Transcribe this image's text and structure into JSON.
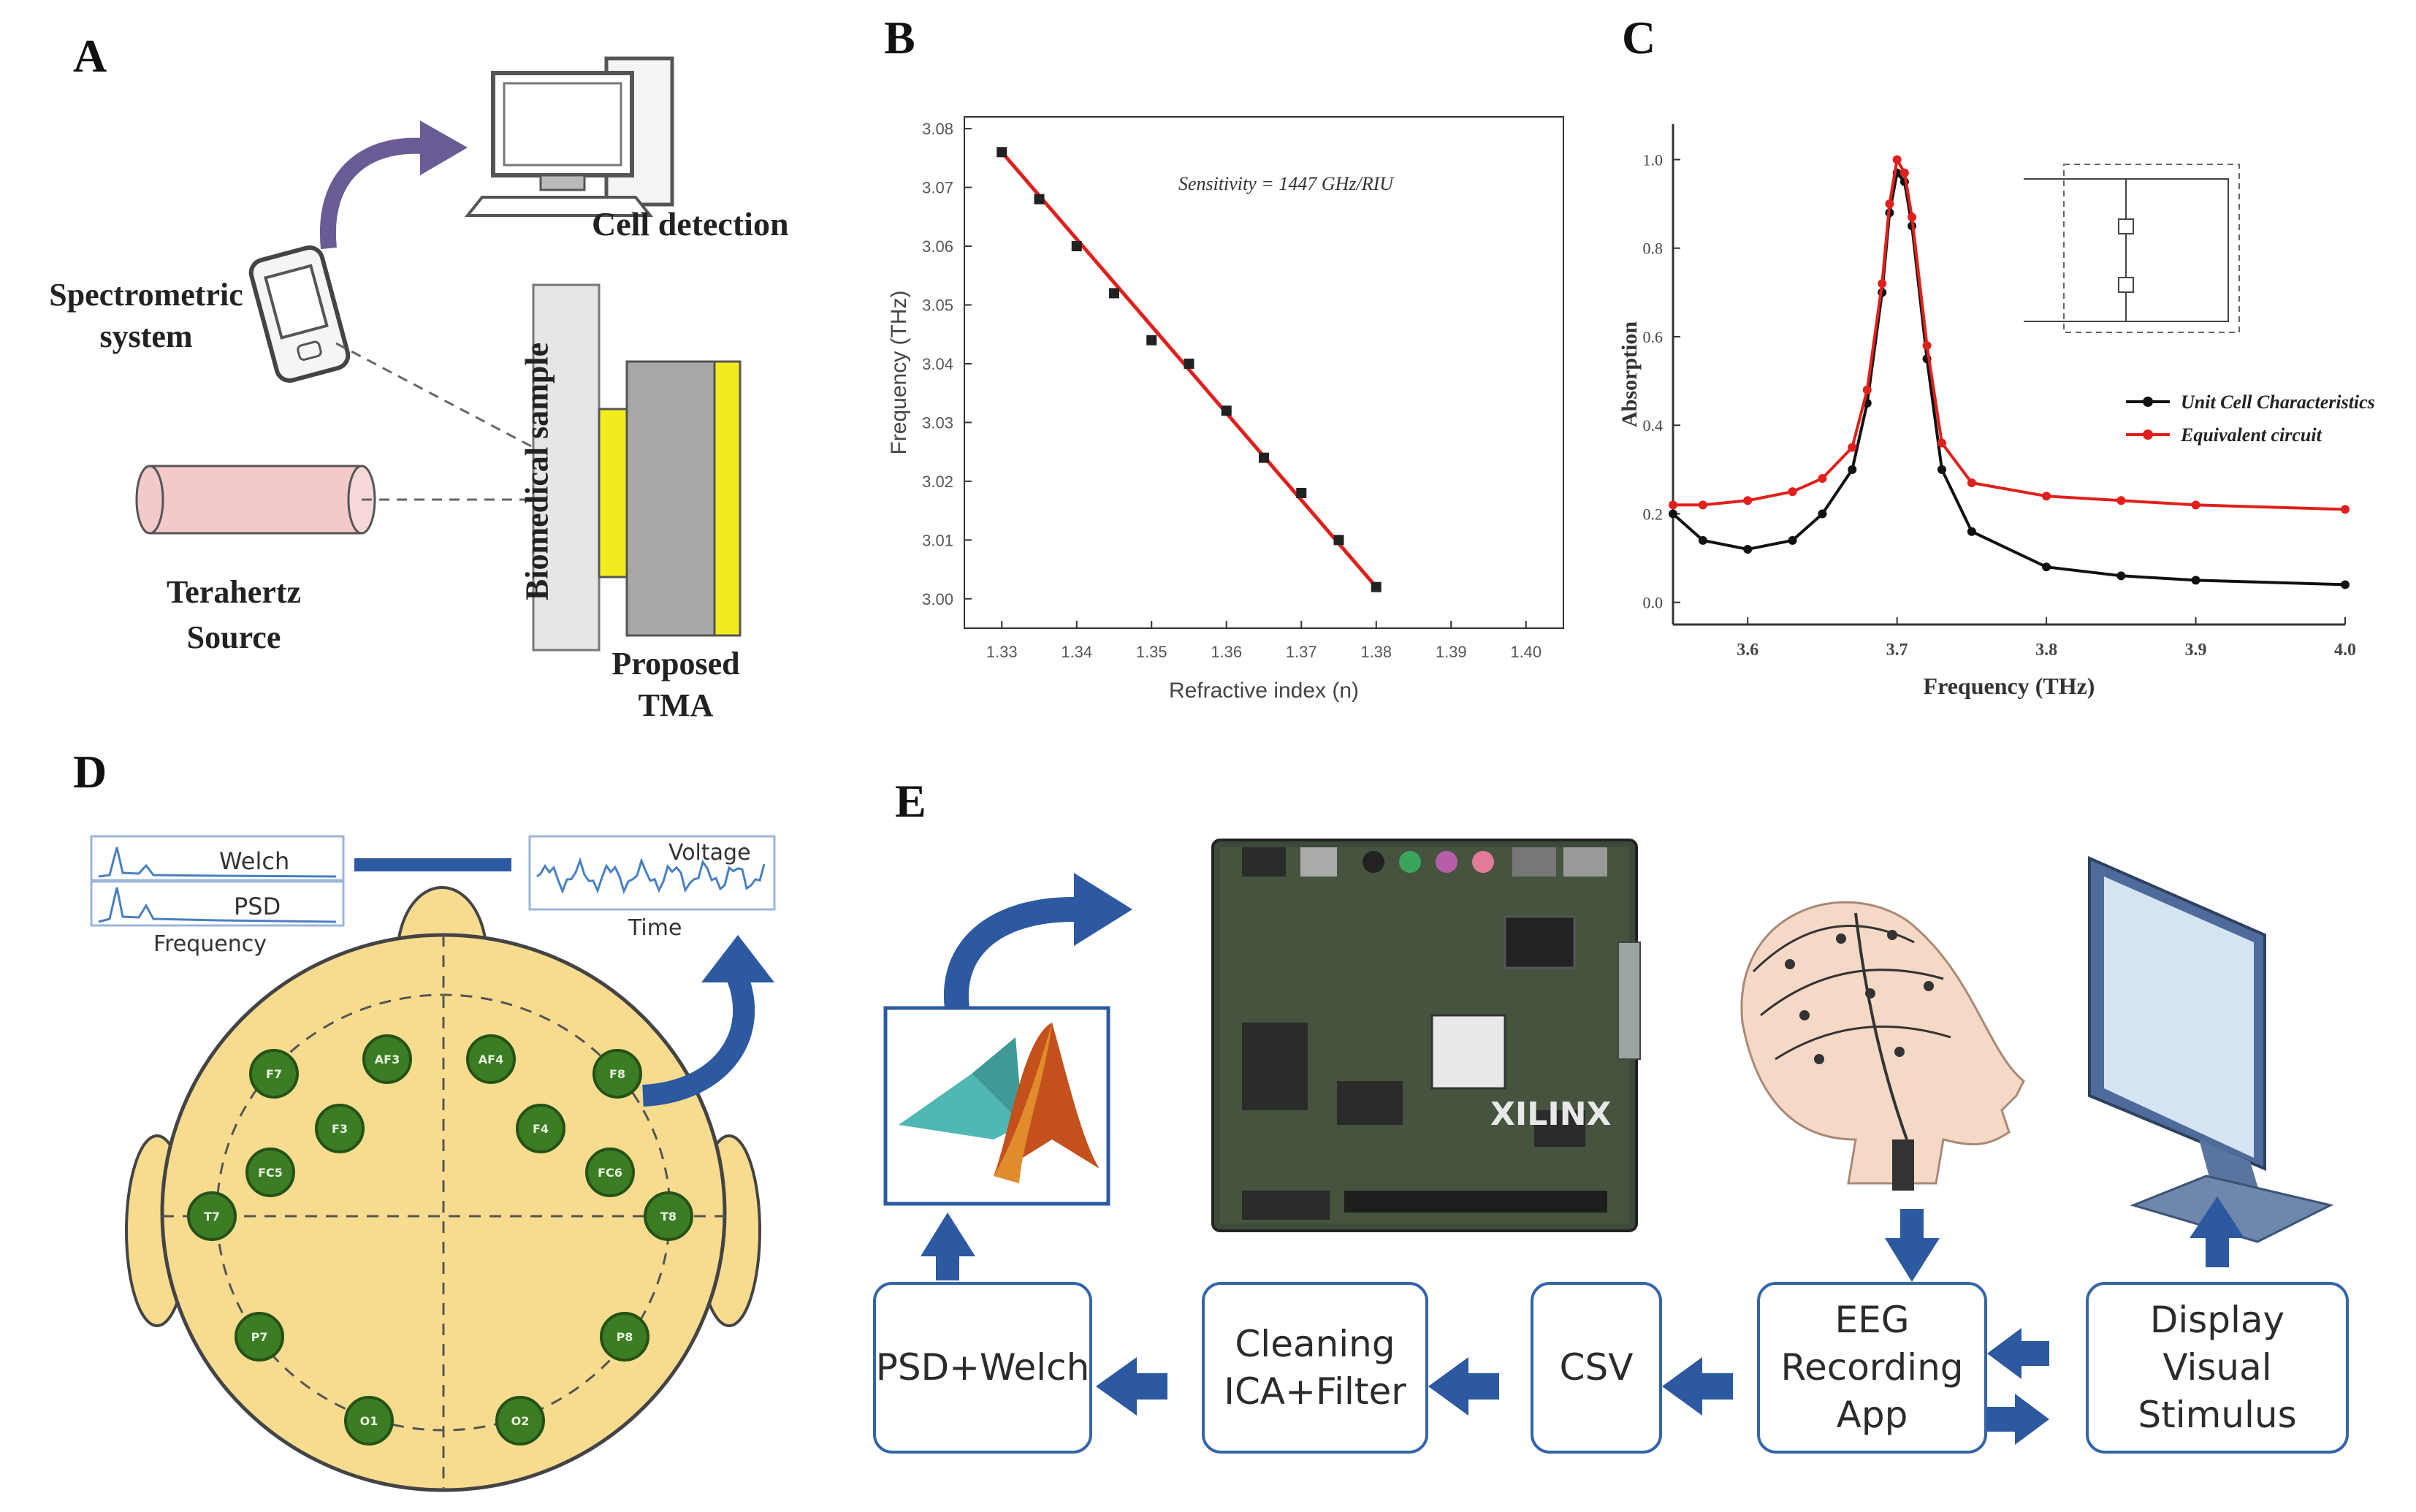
{
  "panel_labels": {
    "a": "A",
    "b": "B",
    "c": "C",
    "d": "D",
    "e": "E"
  },
  "panel_a": {
    "cell_detection": "Cell detection",
    "spectrometric": "Spectrometric system",
    "terahertz": "Terahertz Source",
    "biomedical": "Biomedical sample",
    "proposed": "Proposed TMA",
    "colors": {
      "arrow": "#6b5b95",
      "sample_yellow": "#f2ec1f",
      "sample_gray": "#a8a8a8",
      "source_pink": "#f4c9c9"
    }
  },
  "panel_b": {
    "annotation": "Sensitivity = 1447 GHz/RIU",
    "chart_data": {
      "type": "scatter",
      "xlabel": "Refractive index (n)",
      "ylabel": "Frequency (THz)",
      "x_ticks": [
        "1.33",
        "1.34",
        "1.35",
        "1.36",
        "1.37",
        "1.38",
        "1.39",
        "1.40"
      ],
      "y_ticks": [
        "3.00",
        "3.01",
        "3.02",
        "3.03",
        "3.04",
        "3.05",
        "3.06",
        "3.07",
        "3.08"
      ],
      "xlim": [
        1.325,
        1.405
      ],
      "ylim": [
        2.995,
        3.082
      ],
      "series": [
        {
          "values_x": [
            1.33,
            1.335,
            1.34,
            1.345,
            1.35,
            1.355,
            1.36,
            1.365,
            1.37,
            1.375,
            1.38
          ],
          "values_y": [
            3.076,
            3.068,
            3.06,
            3.052,
            3.044,
            3.04,
            3.032,
            3.024,
            3.018,
            3.01,
            3.002
          ]
        }
      ],
      "fit_line": {
        "x": [
          1.33,
          1.38
        ],
        "y": [
          3.076,
          3.002
        ],
        "color": "#e0201c"
      },
      "marker_color": "#222222"
    }
  },
  "panel_c": {
    "chart_data": {
      "type": "line",
      "xlabel": "Frequency (THz)",
      "ylabel": "Absorption",
      "x_ticks": [
        "3.6",
        "3.7",
        "3.8",
        "3.9",
        "4.0"
      ],
      "y_ticks": [
        "0.0",
        "0.2",
        "0.4",
        "0.6",
        "0.8",
        "1.0"
      ],
      "xlim": [
        3.55,
        4.0
      ],
      "ylim": [
        -0.05,
        1.08
      ],
      "series": [
        {
          "name": "Unit Cell Characteristics",
          "color": "#111111",
          "x": [
            3.55,
            3.57,
            3.6,
            3.63,
            3.65,
            3.67,
            3.68,
            3.69,
            3.695,
            3.7,
            3.705,
            3.71,
            3.72,
            3.73,
            3.75,
            3.8,
            3.85,
            3.9,
            4.0
          ],
          "y": [
            0.2,
            0.14,
            0.12,
            0.14,
            0.2,
            0.3,
            0.45,
            0.7,
            0.88,
            0.97,
            0.95,
            0.85,
            0.55,
            0.3,
            0.16,
            0.08,
            0.06,
            0.05,
            0.04
          ]
        },
        {
          "name": "Equivalent circuit",
          "color": "#e0201c",
          "x": [
            3.55,
            3.57,
            3.6,
            3.63,
            3.65,
            3.67,
            3.68,
            3.69,
            3.695,
            3.7,
            3.705,
            3.71,
            3.72,
            3.73,
            3.75,
            3.8,
            3.85,
            3.9,
            4.0
          ],
          "y": [
            0.22,
            0.22,
            0.23,
            0.25,
            0.28,
            0.35,
            0.48,
            0.72,
            0.9,
            1.0,
            0.97,
            0.87,
            0.58,
            0.36,
            0.27,
            0.24,
            0.23,
            0.22,
            0.21
          ]
        }
      ],
      "legend_placement": "right"
    }
  },
  "panel_d": {
    "welch": "Welch",
    "psd": "PSD",
    "frequency": "Frequency",
    "voltage": "Voltage",
    "time": "Time",
    "electrodes": [
      {
        "label": "F7"
      },
      {
        "label": "AF3"
      },
      {
        "label": "AF4"
      },
      {
        "label": "F8"
      },
      {
        "label": "F3"
      },
      {
        "label": "F4"
      },
      {
        "label": "FC5"
      },
      {
        "label": "FC6"
      },
      {
        "label": "T7"
      },
      {
        "label": "T8"
      },
      {
        "label": "P7"
      },
      {
        "label": "P8"
      },
      {
        "label": "O1"
      },
      {
        "label": "O2"
      }
    ],
    "colors": {
      "head": "#f7dc8f",
      "electrode": "#3b7c25",
      "arrow": "#2c59a0"
    }
  },
  "panel_e": {
    "xilinx": "XILINX",
    "boxes": {
      "psd": "PSD+Welch",
      "cleaning": "Cleaning ICA+Filter",
      "csv": "CSV",
      "eeg": "EEG Recording App",
      "display": "Display Visual Stimulus"
    },
    "colors": {
      "box_border": "#3565a8",
      "arrow": "#2c59a0"
    }
  }
}
